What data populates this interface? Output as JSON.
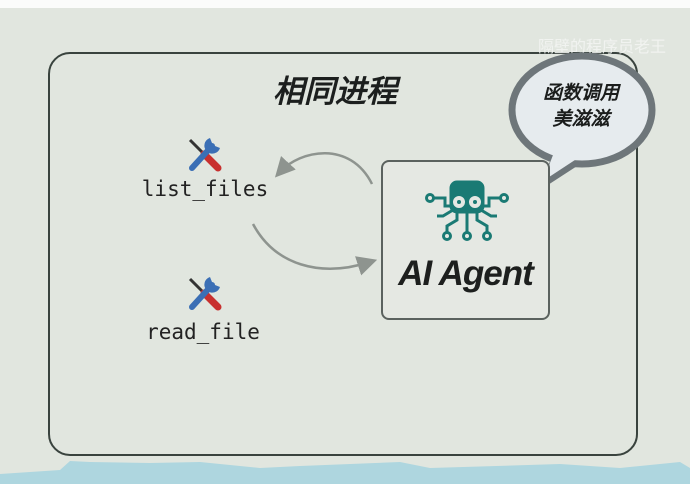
{
  "title": "相同进程",
  "watermark": "隔壁的程序员老王",
  "tools": [
    {
      "label": "list_files",
      "icon": "tools-icon"
    },
    {
      "label": "read_file",
      "icon": "tools-icon"
    }
  ],
  "agent": {
    "label": "AI Agent",
    "icon": "octopus-circuit-icon",
    "color": "#1a7a74"
  },
  "bubble": {
    "line1": "函数调用",
    "line2": "美滋滋"
  }
}
